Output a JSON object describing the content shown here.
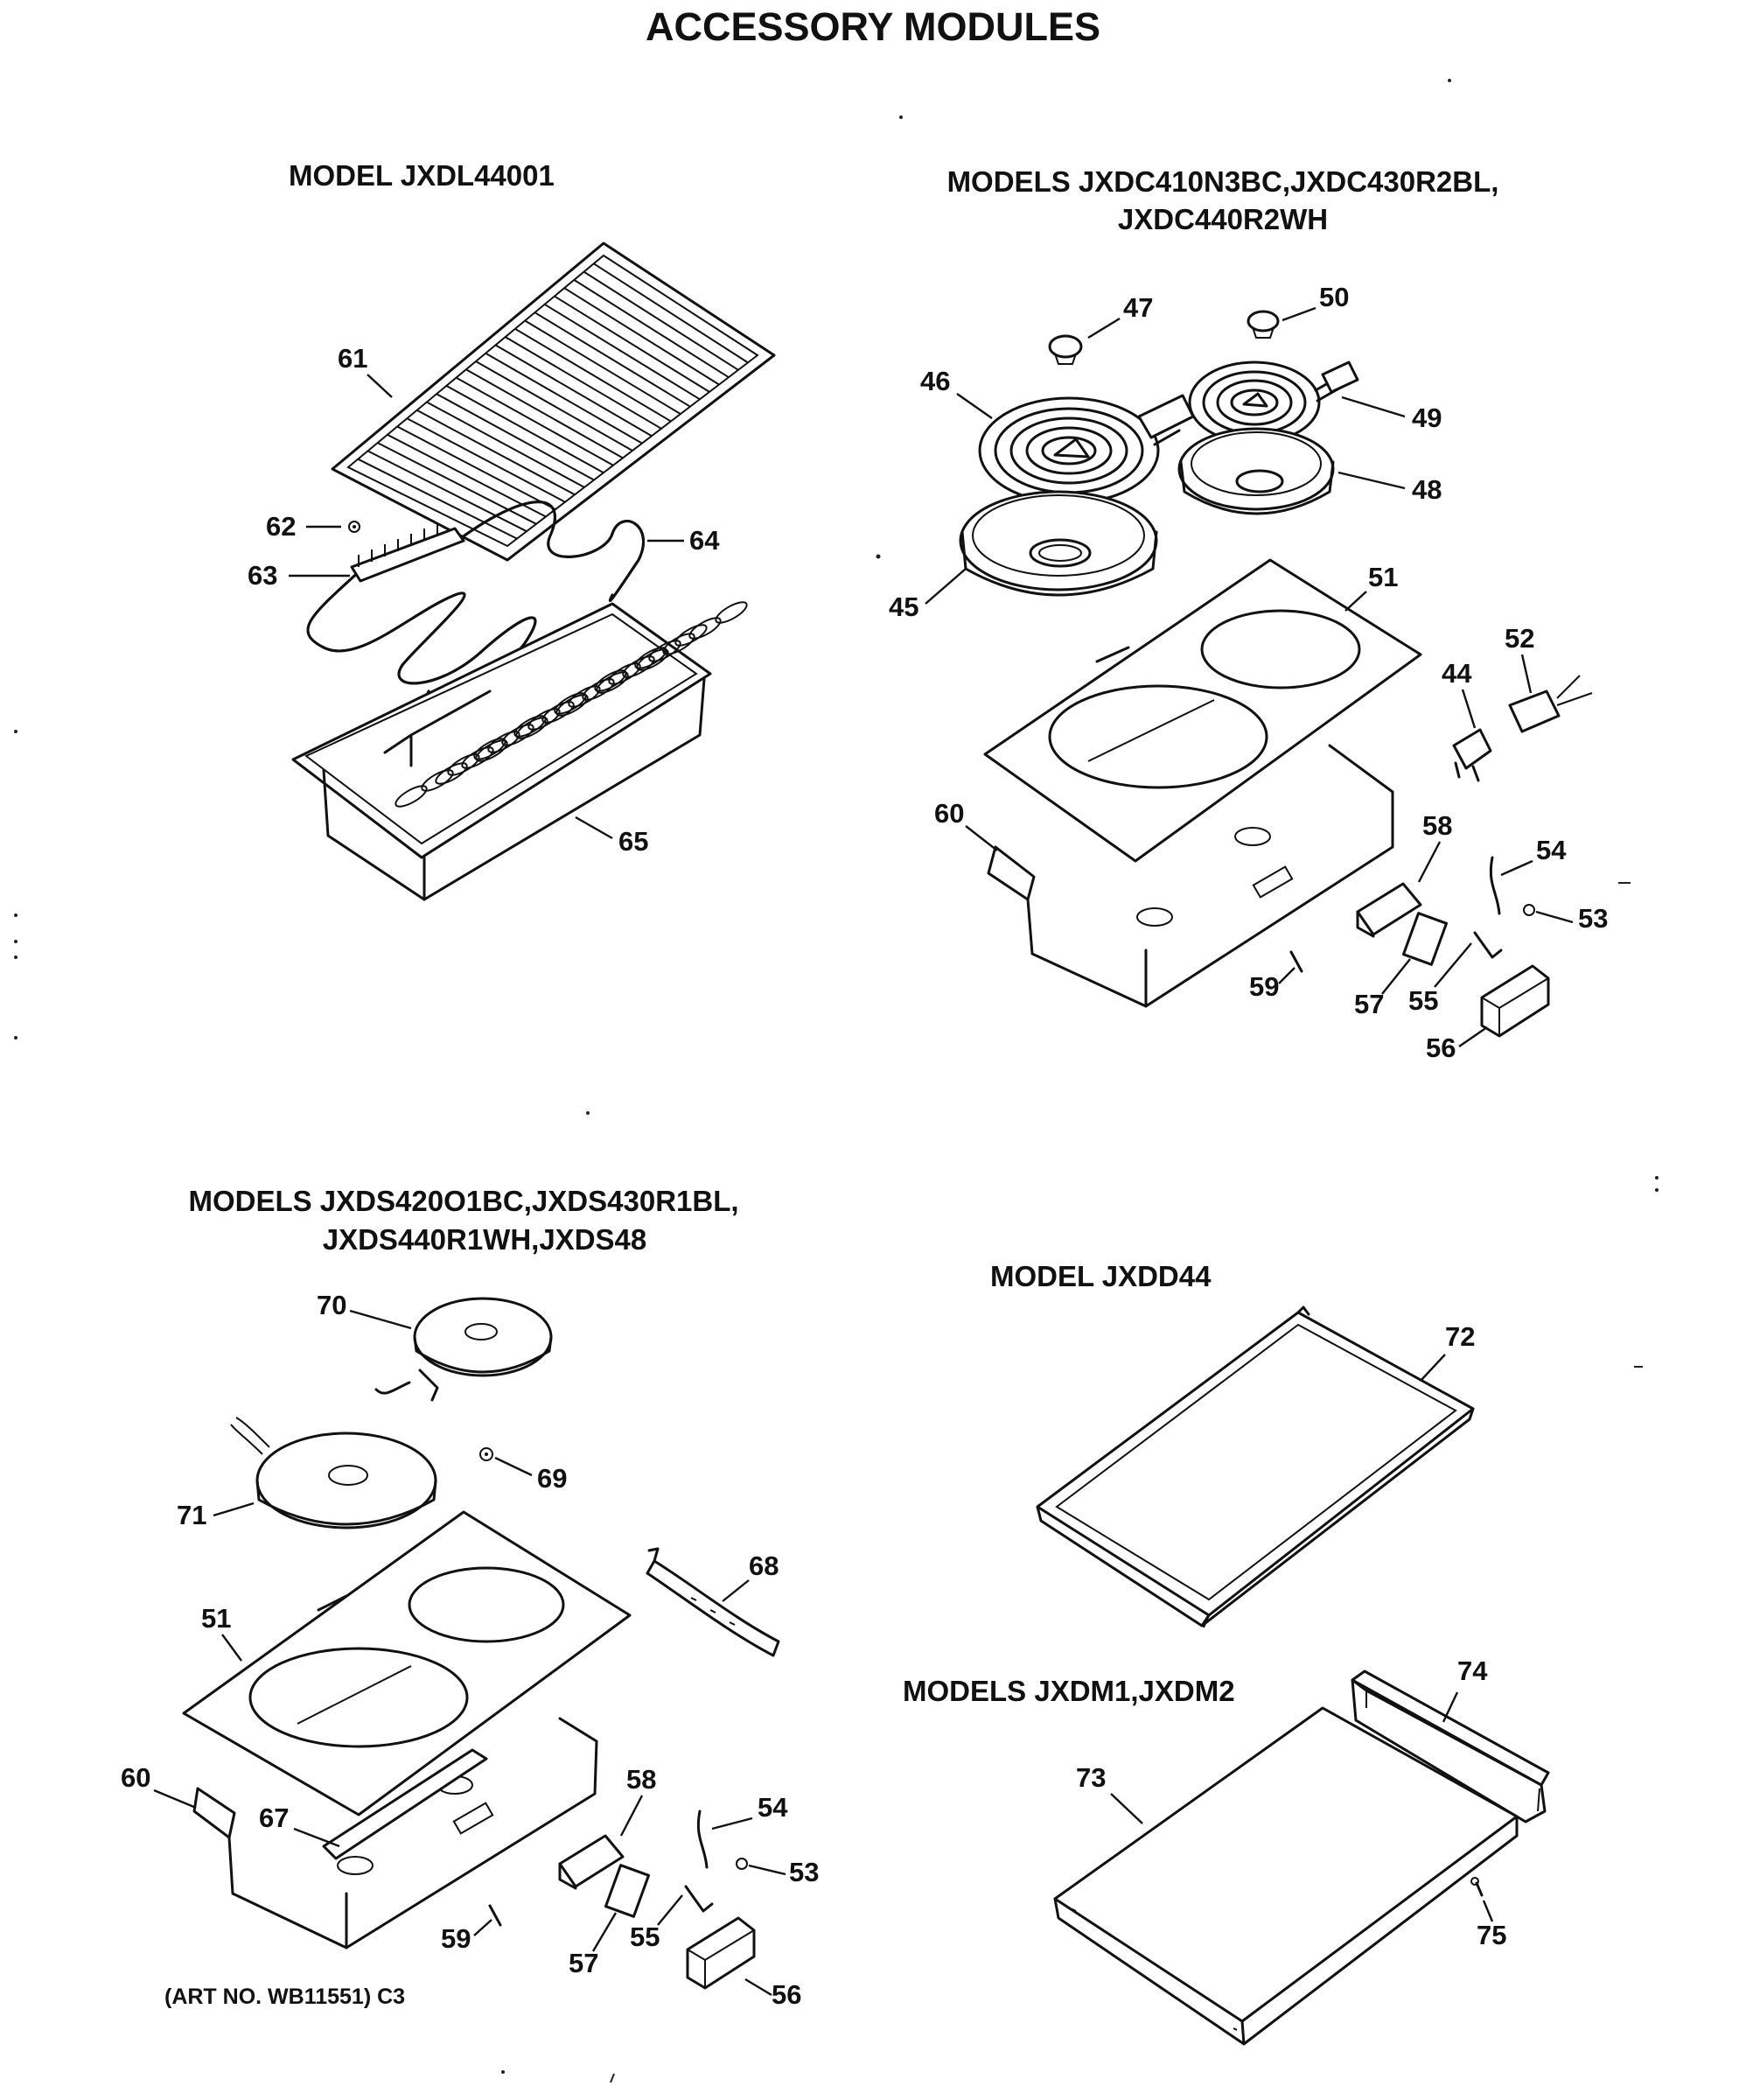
{
  "page": {
    "title": "ACCESSORY MODULES",
    "art_number": "(ART NO. WB11551) C3"
  },
  "sections": {
    "grill": {
      "heading": "MODEL JXDL44001",
      "callouts": [
        "61",
        "62",
        "63",
        "64",
        "65"
      ]
    },
    "coil": {
      "heading_line1": "MODELS JXDC410N3BC,JXDC430R2BL,",
      "heading_line2": "JXDC440R2WH",
      "callouts": [
        "47",
        "50",
        "46",
        "49",
        "48",
        "45",
        "51",
        "52",
        "44",
        "60",
        "58",
        "54",
        "53",
        "59",
        "57",
        "55",
        "56"
      ]
    },
    "solid": {
      "heading_line1": "MODELS JXDS420O1BC,JXDS430R1BL,",
      "heading_line2": "JXDS440R1WH,JXDS48",
      "callouts": [
        "70",
        "69",
        "71",
        "68",
        "51",
        "60",
        "58",
        "67",
        "54",
        "53",
        "59",
        "55",
        "57",
        "56"
      ]
    },
    "griddle": {
      "heading": "MODEL JXDD44",
      "callouts": [
        "72"
      ]
    },
    "cover": {
      "heading": "MODELS JXDM1,JXDM2",
      "callouts": [
        "74",
        "73",
        "75"
      ]
    }
  }
}
